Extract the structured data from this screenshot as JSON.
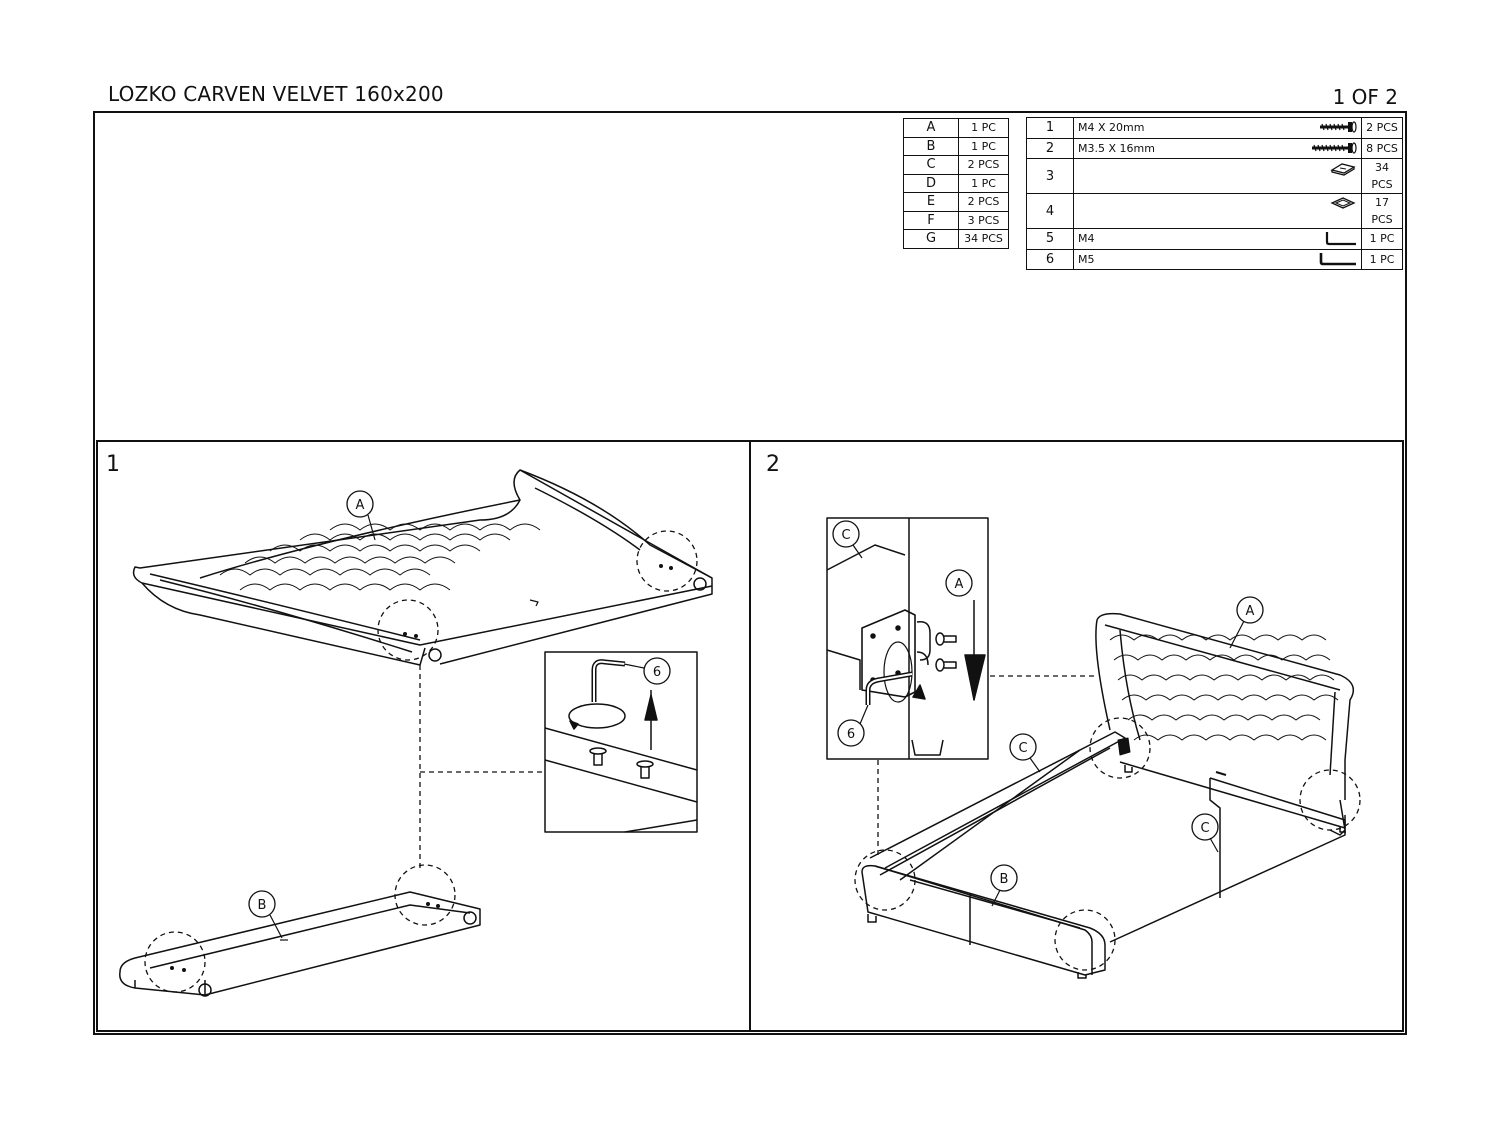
{
  "header": {
    "title": "LOZKO CARVEN VELVET 160x200",
    "page": "1 OF 2"
  },
  "parts": [
    {
      "id": "A",
      "qty": "1 PC"
    },
    {
      "id": "B",
      "qty": "1 PC"
    },
    {
      "id": "C",
      "qty": "2 PCS"
    },
    {
      "id": "D",
      "qty": "1 PC"
    },
    {
      "id": "E",
      "qty": "2 PCS"
    },
    {
      "id": "F",
      "qty": "3 PCS"
    },
    {
      "id": "G",
      "qty": "34 PCS"
    }
  ],
  "hardware": [
    {
      "id": "1",
      "spec": "M4 X 20mm",
      "icon": "screw-icon",
      "qty": "2 PCS"
    },
    {
      "id": "2",
      "spec": "M3.5 X 16mm",
      "icon": "screw-icon",
      "qty": "8 PCS"
    },
    {
      "id": "3",
      "spec": "",
      "icon": "button-cap-icon",
      "qty": "34 PCS"
    },
    {
      "id": "4",
      "spec": "",
      "icon": "washer-icon",
      "qty": "17 PCS"
    },
    {
      "id": "5",
      "spec": "M4",
      "icon": "allen-key-icon",
      "qty": "1 PC"
    },
    {
      "id": "6",
      "spec": "M5",
      "icon": "allen-key-icon",
      "qty": "1 PC"
    }
  ],
  "steps": [
    {
      "number": "1",
      "callouts": {
        "headboard": "A",
        "footboard": "B",
        "tool": "6"
      }
    },
    {
      "number": "2",
      "callouts": {
        "detail_rail": "C",
        "detail_headboard": "A",
        "detail_tool": "6",
        "headboard": "A",
        "side_rail_left": "C",
        "side_rail_right": "C",
        "footboard": "B"
      }
    }
  ]
}
